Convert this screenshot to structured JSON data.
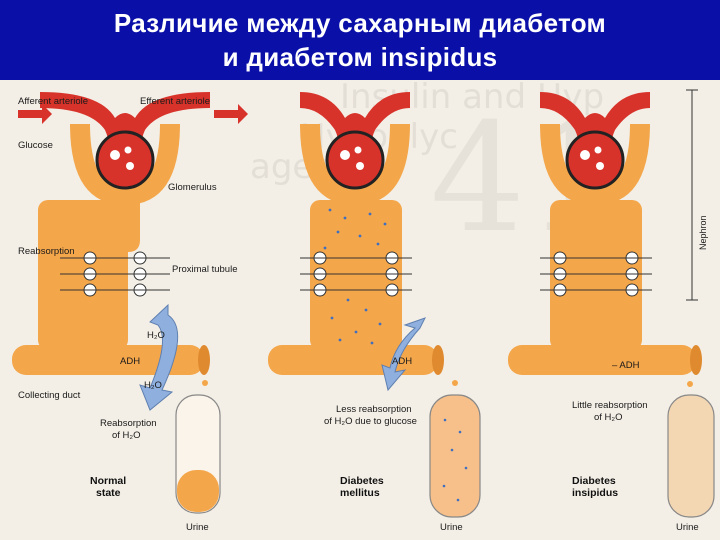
{
  "title": {
    "line1": "Различие между сахарным диабетом",
    "line2": "и диабетом insipidus"
  },
  "colors": {
    "title_bg": "#0a0fa8",
    "tubule": "#f4a64a",
    "blood": "#d8332a",
    "fluid": "#f7c08a",
    "arrow_blue": "#8fb0de"
  },
  "labels": {
    "afferent_arteriole": "Afferent arteriole",
    "efferent_arteriole": "Efferent arteriole",
    "glucose": "Glucose",
    "glomerulus": "Glomerulus",
    "reabsorption": "Reabsorption",
    "proximal_tubule": "Proximal tubule",
    "adh": "ADH",
    "h2o": "H₂O",
    "collecting_duct": "Collecting duct",
    "reabsorption_h2o_line1": "Reabsorption",
    "reabsorption_h2o_line2": "of H₂O",
    "less_reabsorption_line1": "Less reabsorption",
    "less_reabsorption_line2": "of H₂O due to glucose",
    "little_reabsorption_line1": "Little reabsorption",
    "little_reabsorption_line2": "of H₂O",
    "nephron": "Nephron",
    "urine": "Urine",
    "adh_minus": "– ADH"
  },
  "panels": [
    {
      "state_line1": "Normal",
      "state_line2": "state"
    },
    {
      "state_line1": "Diabetes",
      "state_line2": "mellitus"
    },
    {
      "state_line1": "Diabetes",
      "state_line2": "insipidus"
    }
  ]
}
